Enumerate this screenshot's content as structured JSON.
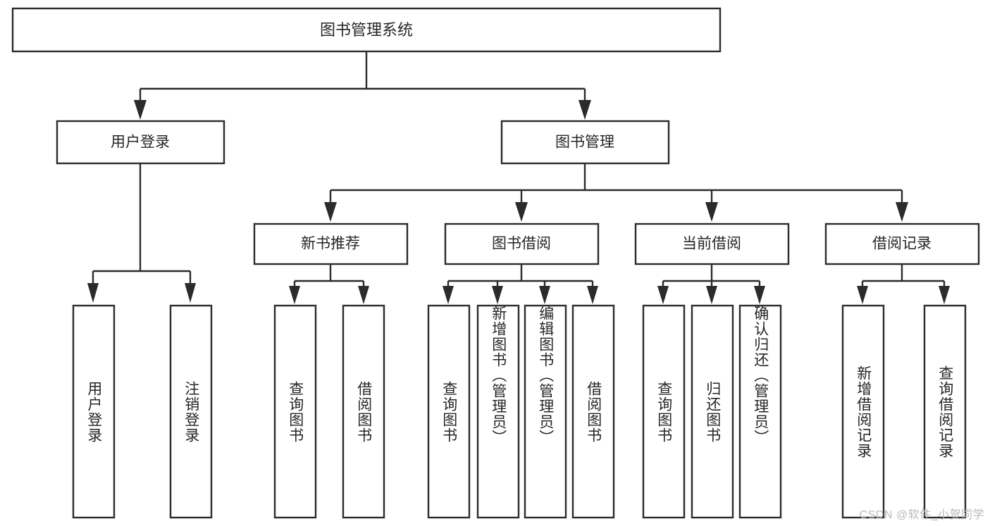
{
  "diagram": {
    "type": "tree",
    "title": "图书管理系统",
    "watermark": "CSDN @软件_小贺同学",
    "colors": {
      "box_fill": "#ffffff",
      "box_stroke": "#2b2b2b",
      "text": "#262626",
      "watermark": "#b9b9b9",
      "background": "#ffffff"
    },
    "root": {
      "label": "图书管理系统"
    },
    "level1": [
      {
        "label": "用户登录"
      },
      {
        "label": "图书管理"
      }
    ],
    "level2": [
      {
        "label": "新书推荐"
      },
      {
        "label": "图书借阅"
      },
      {
        "label": "当前借阅"
      },
      {
        "label": "借阅记录"
      }
    ],
    "leaves": {
      "user_login": [
        {
          "label": "用户登录"
        },
        {
          "label": "注销登录"
        }
      ],
      "new_book_recommend": [
        {
          "label": "查询图书"
        },
        {
          "label": "借阅图书"
        }
      ],
      "book_borrow": [
        {
          "label": "查询图书"
        },
        {
          "label": "新增图书（管理员）"
        },
        {
          "label": "编辑图书（管理员）"
        },
        {
          "label": "借阅图书"
        }
      ],
      "current_borrow": [
        {
          "label": "查询图书"
        },
        {
          "label": "归还图书"
        },
        {
          "label": "确认归还（管理员）"
        }
      ],
      "borrow_record": [
        {
          "label": "新增借阅记录"
        },
        {
          "label": "查询借阅记录"
        }
      ]
    }
  }
}
